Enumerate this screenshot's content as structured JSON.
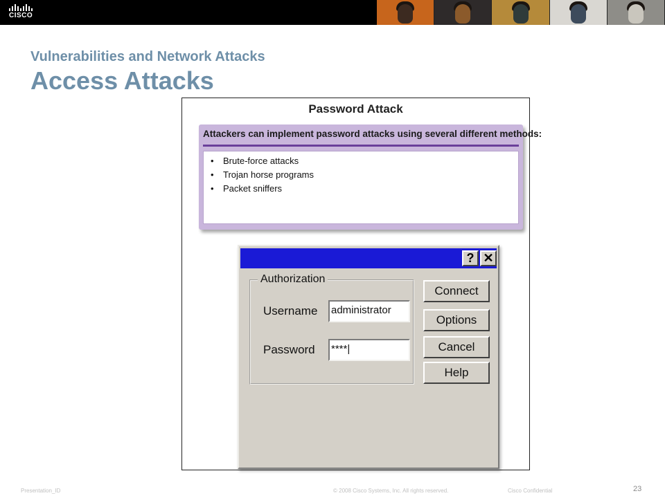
{
  "banner": {
    "logo_text": "CISCO",
    "photo_colors": [
      "#c7651c",
      "#3c2a20",
      "#2e2a2a",
      "#8b5a2b",
      "#b58a3a",
      "#2f3b3a",
      "#d9d7d2",
      "#3d4b5c",
      "#8e8d88",
      "#c9c6bd"
    ]
  },
  "title": {
    "line1": "Vulnerabilities and Network Attacks",
    "line2": "Access Attacks"
  },
  "figure": {
    "title": "Password Attack",
    "methods_heading": "Attackers can implement password attacks using several different methods:",
    "bullet": "•",
    "methods": [
      "Brute-force attacks",
      "Trojan horse programs",
      "Packet sniffers"
    ],
    "dialog": {
      "help_glyph": "?",
      "close_glyph": "✕",
      "group_label": "Authorization",
      "username_label": "Username",
      "username_value": "administrator",
      "password_label": "Password",
      "password_value": "****|",
      "buttons": {
        "connect": "Connect",
        "options": "Options",
        "cancel": "Cancel",
        "help": "Help"
      }
    }
  },
  "footer": {
    "presentation_id": "Presentation_ID",
    "copyright": "© 2008 Cisco Systems, Inc. All rights reserved.",
    "confidential": "Cisco Confidential",
    "page_number": "23"
  },
  "colors": {
    "title": "#6e8fa8",
    "dialog_titlebar": "#1a1ad6",
    "methods_box": "#c9b6dc",
    "methods_rule": "#6a3f9a"
  }
}
